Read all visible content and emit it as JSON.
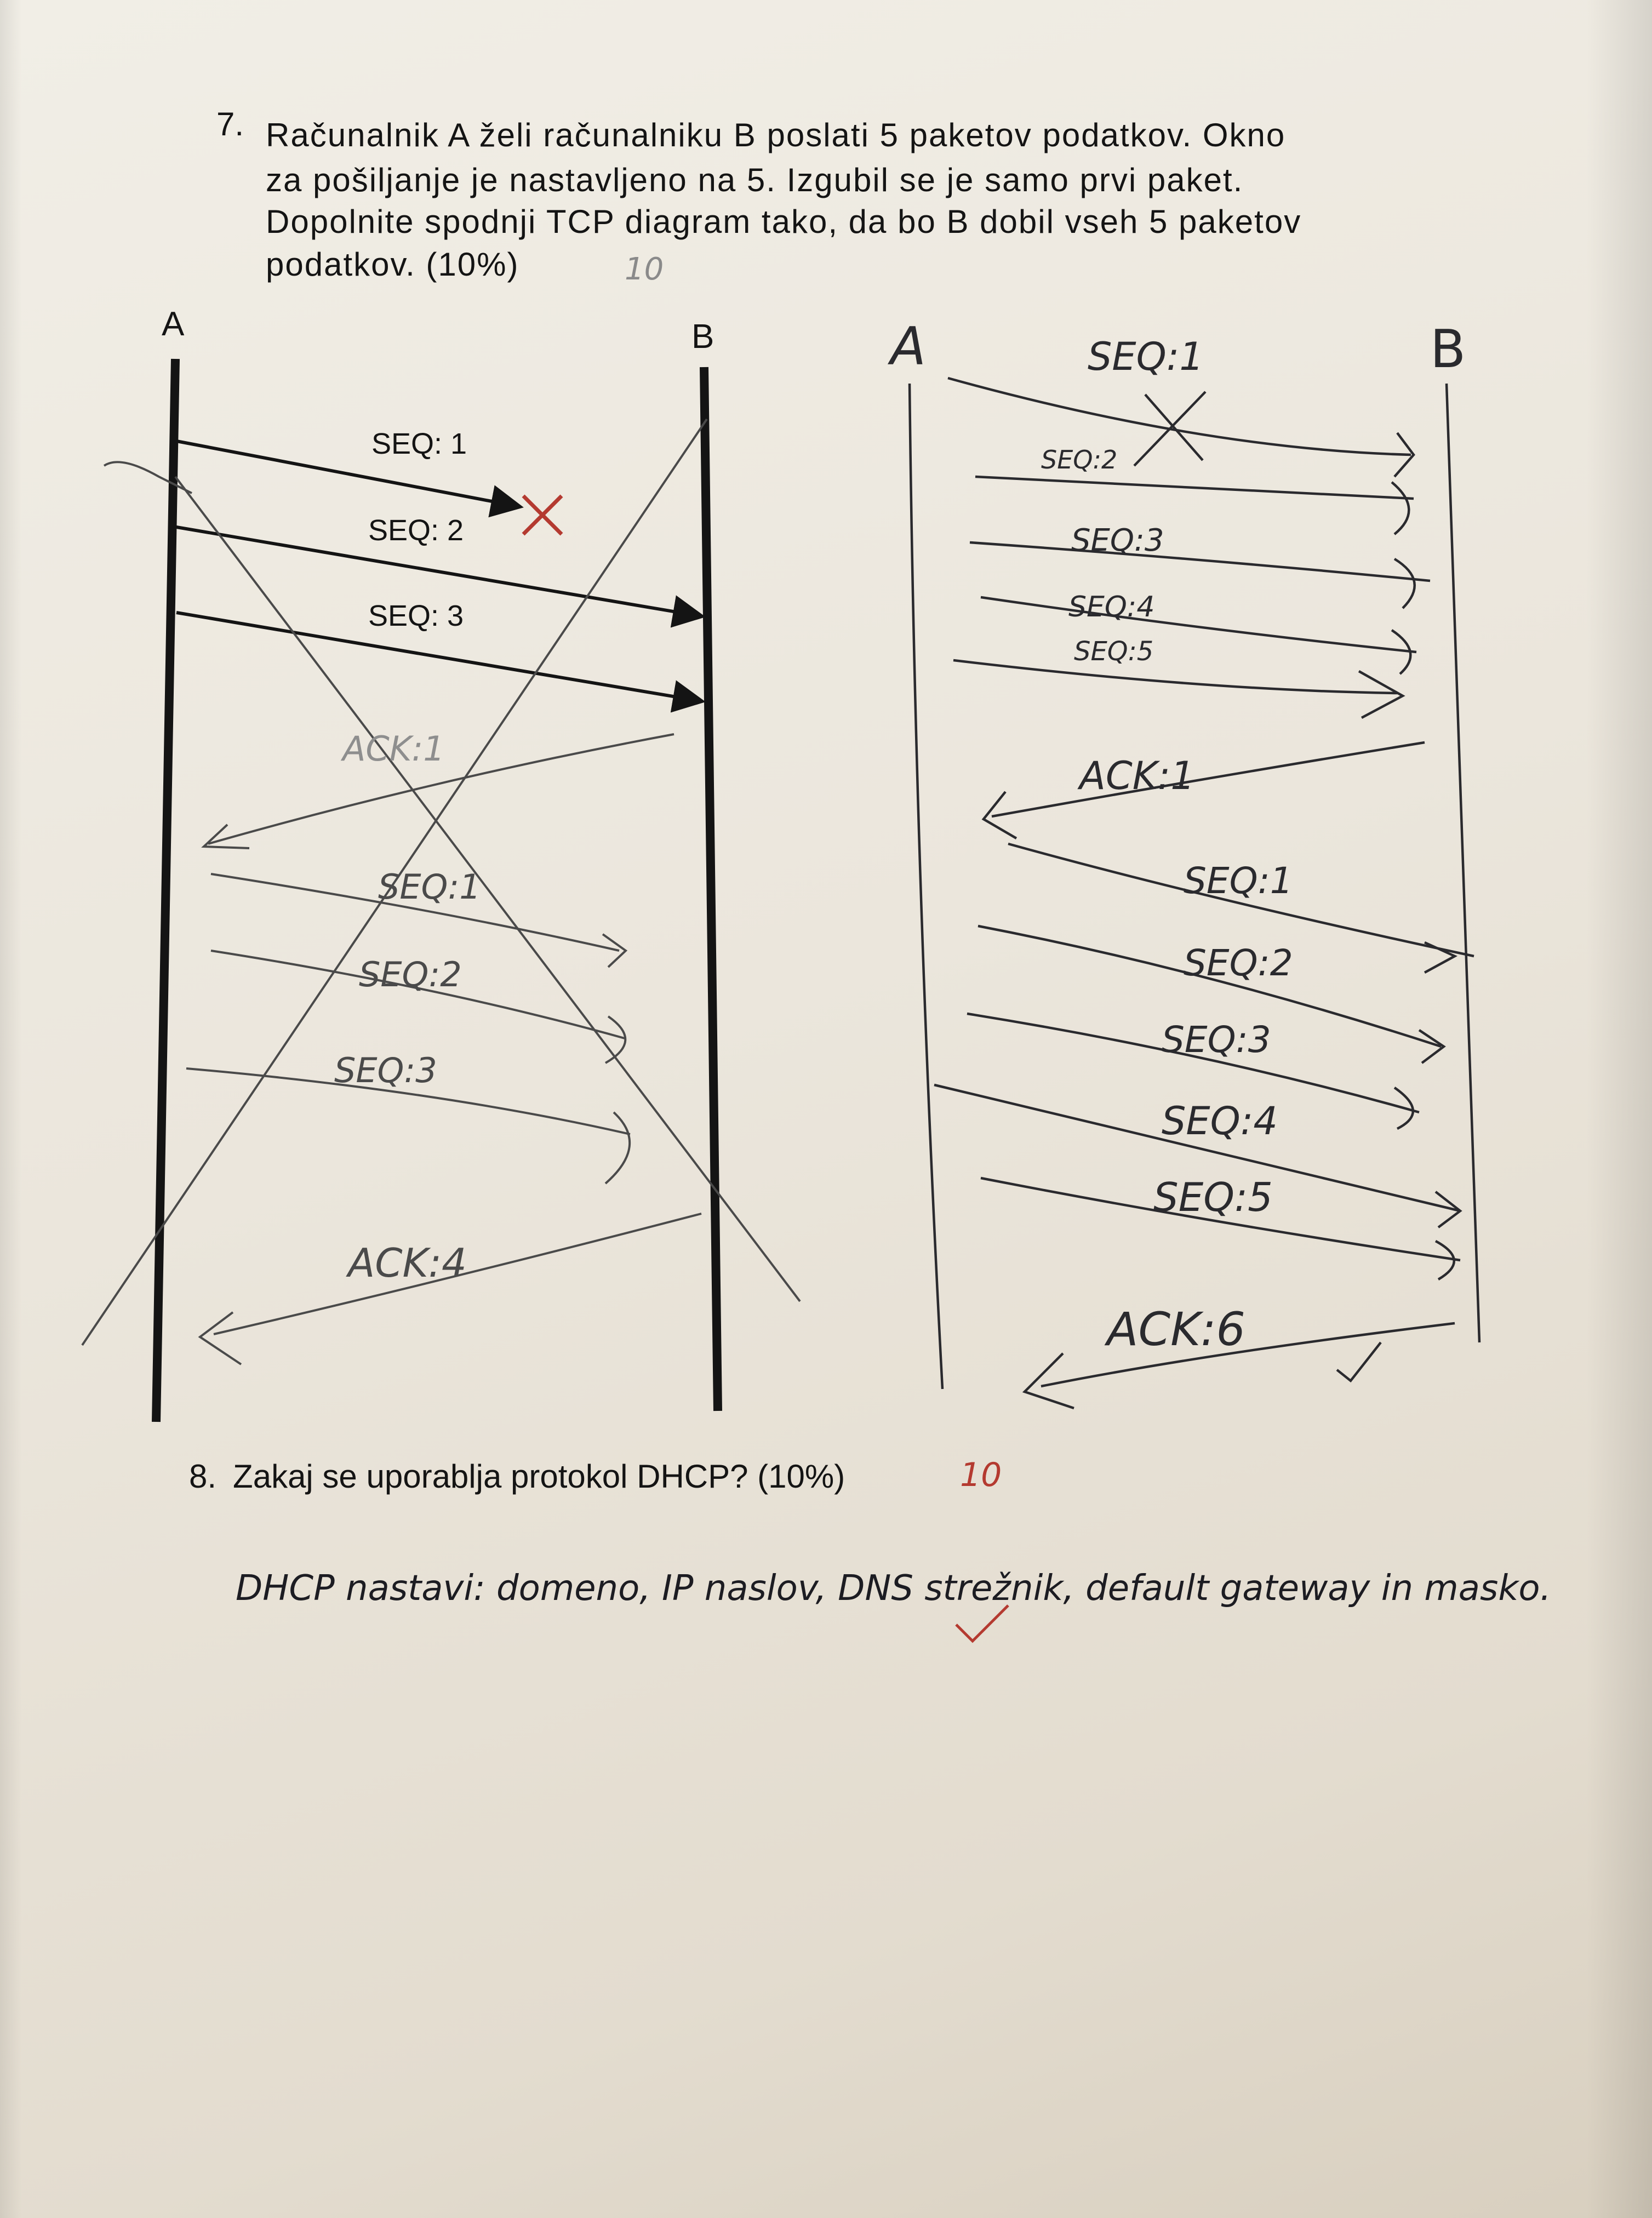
{
  "question7": {
    "number": "7.",
    "lines": [
      "Računalnik A želi računalniku B poslati 5 paketov podatkov. Okno",
      "za pošiljanje je nastavljeno na 5. Izgubil se je samo prvi paket.",
      "Dopolnite spodnji TCP diagram tako, da bo B dobil vseh 5 paketov",
      "podatkov. (10%)"
    ],
    "grade": "10"
  },
  "printed_diagram": {
    "host_a": "A",
    "host_b": "B",
    "packets": [
      "SEQ: 1",
      "SEQ: 2",
      "SEQ: 3"
    ]
  },
  "handwritten_left": {
    "labels": [
      "ACK:1",
      "SEQ:1",
      "SEQ:2",
      "SEQ:3",
      "ACK:4"
    ]
  },
  "handwritten_right": {
    "host_a": "A",
    "host_b": "B",
    "first_window": [
      "SEQ:1",
      "SEQ:2",
      "SEQ:3",
      "SEQ:4",
      "SEQ:5"
    ],
    "ack_first": "ACK:1",
    "second_window": [
      "SEQ:1",
      "SEQ:2",
      "SEQ:3",
      "SEQ:4",
      "SEQ:5"
    ],
    "ack_final": "ACK:6"
  },
  "question8": {
    "number": "8.",
    "text": "Zakaj se uporablja protokol DHCP? (10%)",
    "grade": "10",
    "answer": "DHCP nastavi: domeno, IP naslov, DNS strežnik, default gateway in masko."
  },
  "colors": {
    "ink": "#141414",
    "pencil": "#4a4a4a",
    "pen": "#2a2a2e",
    "red": "#b43a30"
  }
}
